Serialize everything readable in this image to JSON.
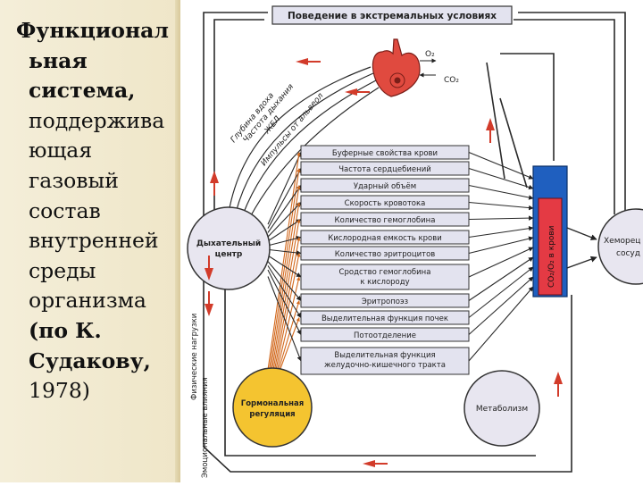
{
  "slide": {
    "title_lines_bold": [
      "Функционал",
      "ьная",
      "система,"
    ],
    "title_lines_regular": [
      "поддержива",
      "ющая",
      "газовый",
      "состав",
      "внутренней",
      "среды",
      "организма"
    ],
    "title_lines_bold2": [
      "(по К.",
      "Судакову,"
    ],
    "title_lines_regular2": [
      "1978)"
    ]
  },
  "diagram": {
    "top_box": "Поведение в экстремальных условиях",
    "lung_o2": "O₂",
    "lung_co2": "CO₂",
    "diag_labels": [
      "Глубина вдоха",
      "Частота дыхания",
      "ЖЕЛ",
      "Импульсы от альвеол"
    ],
    "center_boxes": [
      "Буферные свойства крови",
      "Частота сердцебиений",
      "Ударный объём",
      "Скорость кровотока",
      "Количество гемоглобина",
      "Кислородная емкость крови",
      "Количество эритроцитов",
      "Сродство гемоглобина к кислороду",
      "Эритропоэз",
      "Выделительная функция почек",
      "Потоотделение",
      "Выделительная функция желудочно-кишечного тракта"
    ],
    "respiratory_center": [
      "Дыхательный",
      "центр"
    ],
    "hormonal": [
      "Гормональная",
      "регуляция"
    ],
    "metabolism": "Метаболизм",
    "chemoreceptors": [
      "Хеморец",
      "сосуд"
    ],
    "blood_gas": "CO₂/O₂ в крови",
    "side_labels": [
      "Физические нагрузки",
      "Эмоциональные влияния"
    ]
  }
}
